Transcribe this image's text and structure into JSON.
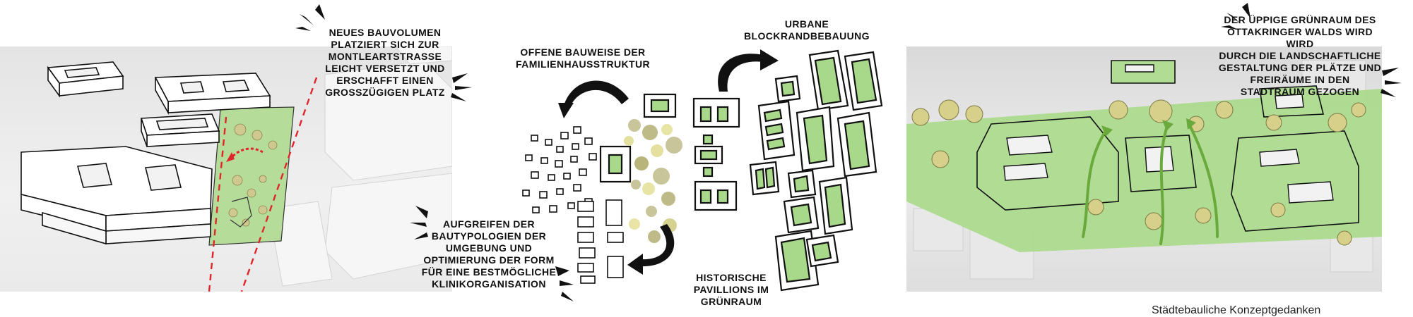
{
  "notes": {
    "n1": [
      "NEUES BAUVOLUMEN",
      "PLATZIERT SICH ZUR",
      "MONTLEARTSTRASSE",
      "LEICHT VERSETZT UND",
      "ERSCHAFFT EINEN",
      "GROSSZÜGIGEN PLATZ"
    ],
    "n2": [
      "OFFENE BAUWEISE DER",
      "FAMILIENHAUSSTRUKTUR"
    ],
    "n3": [
      "URBANE",
      "BLOCKRANDBEBAUUNG"
    ],
    "n4": [
      "AUFGREIFEN DER",
      "BAUTYPOLOGIEN DER",
      "UMGEBUNG UND",
      "OPTIMIERUNG DER FORM",
      "FÜR EINE BESTMÖGLICHE",
      "KLINIKORGANISATION"
    ],
    "n5": [
      "HISTORISCHE",
      "PAVILLIONS IM",
      "GRÜNRAUM"
    ],
    "n6": [
      "DER ÜPPIGE GRÜNRAUM DES",
      "OTTAKRINGER WALDS WIRD WIRD",
      "DURCH DIE LANDSCHAFTLICHE",
      "GESTALTUNG DER PLÄTZE UND",
      "FREIRÄUME IN DEN",
      "STADTRAUM GEZOGEN"
    ]
  },
  "caption": "Städtebauliche Konzeptgedanken",
  "colors": {
    "green": "#a8d98a",
    "green_dark": "#7fbf5a",
    "tree": "#b9b57a",
    "red": "#e0262a",
    "ink": "#111111"
  }
}
